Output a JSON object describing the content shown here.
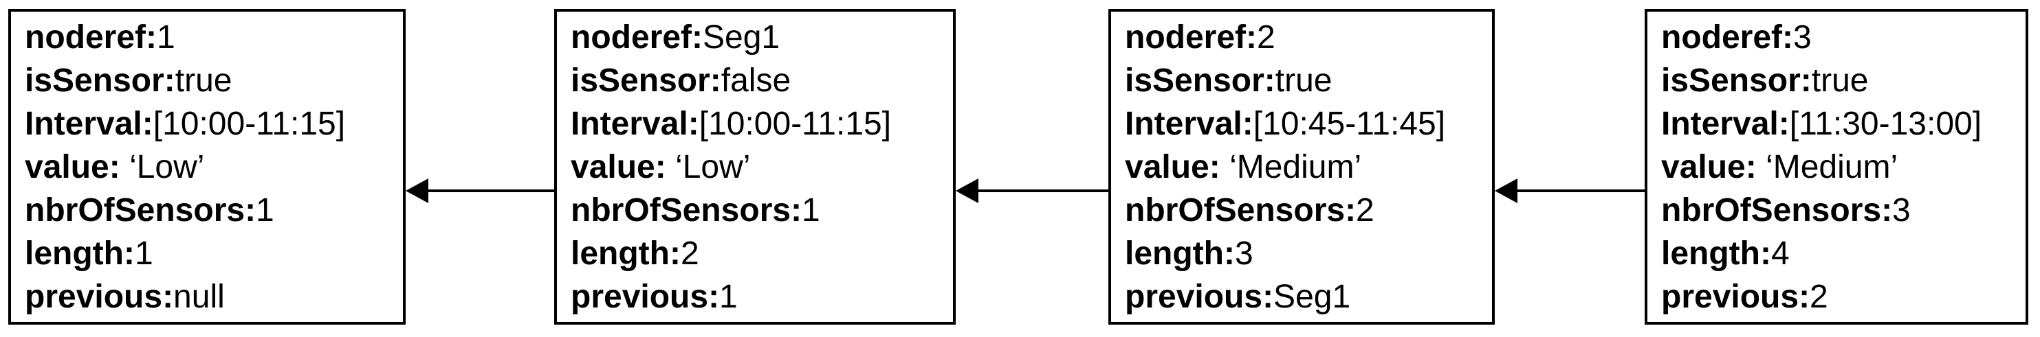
{
  "diagram": {
    "colors": {
      "ink": "#000000",
      "background": "#ffffff"
    },
    "nodes": [
      {
        "id": "node-1",
        "fields": [
          {
            "key": "noderef:",
            "value": "1"
          },
          {
            "key": "isSensor:",
            "value": "true"
          },
          {
            "key": "Interval:",
            "value": "[10:00-11:15]"
          },
          {
            "key": "value: ",
            "value": "‘Low’"
          },
          {
            "key": "nbrOfSensors:",
            "value": "1"
          },
          {
            "key": "length:",
            "value": "1"
          },
          {
            "key": "previous:",
            "value": "null"
          }
        ]
      },
      {
        "id": "node-2",
        "fields": [
          {
            "key": "noderef:",
            "value": "Seg1"
          },
          {
            "key": "isSensor:",
            "value": "false"
          },
          {
            "key": "Interval:",
            "value": "[10:00-11:15]"
          },
          {
            "key": "value: ",
            "value": "‘Low’"
          },
          {
            "key": "nbrOfSensors:",
            "value": "1"
          },
          {
            "key": "length:",
            "value": "2"
          },
          {
            "key": "previous:",
            "value": "1"
          }
        ]
      },
      {
        "id": "node-3",
        "fields": [
          {
            "key": "noderef:",
            "value": "2"
          },
          {
            "key": "isSensor:",
            "value": "true"
          },
          {
            "key": "Interval:",
            "value": "[10:45-11:45]"
          },
          {
            "key": "value: ",
            "value": "‘Medium’"
          },
          {
            "key": "nbrOfSensors:",
            "value": "2"
          },
          {
            "key": "length:",
            "value": "3"
          },
          {
            "key": "previous:",
            "value": "Seg1"
          }
        ]
      },
      {
        "id": "node-4",
        "fields": [
          {
            "key": "noderef:",
            "value": "3"
          },
          {
            "key": "isSensor:",
            "value": "true"
          },
          {
            "key": "Interval:",
            "value": "[11:30-13:00]"
          },
          {
            "key": "value: ",
            "value": "‘Medium’"
          },
          {
            "key": "nbrOfSensors:",
            "value": "3"
          },
          {
            "key": "length:",
            "value": "4"
          },
          {
            "key": "previous:",
            "value": "2"
          }
        ]
      }
    ],
    "arrows": [
      {
        "from": "node-2",
        "to": "node-1",
        "direction": "left"
      },
      {
        "from": "node-3",
        "to": "node-2",
        "direction": "left"
      },
      {
        "from": "node-4",
        "to": "node-3",
        "direction": "left"
      }
    ]
  }
}
